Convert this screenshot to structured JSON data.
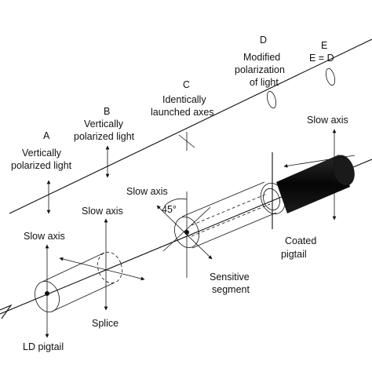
{
  "labels": {
    "A": "A",
    "A_line1": "Vertically",
    "A_line2": "polarized light",
    "B": "B",
    "B_line1": "Vertically",
    "B_line2": "polarized light",
    "C": "C",
    "C_line1": "Identically",
    "C_line2": "launched axes",
    "D": "D",
    "D_line1": "Modified",
    "D_line2": "polarization",
    "D_line3": "of light",
    "E": "E",
    "E_eq": "E = D",
    "slow_axis_left": "Slow axis",
    "slow_axis_splice": "Slow axis",
    "slow_axis_mid": "Slow axis",
    "slow_axis_right": "Slow axis",
    "angle": "45°",
    "splice": "Splice",
    "ld_pigtail": "LD pigtail",
    "sensitive_1": "Sensitive",
    "sensitive_2": "segment",
    "coated_1": "Coated",
    "coated_2": "pigtail"
  }
}
